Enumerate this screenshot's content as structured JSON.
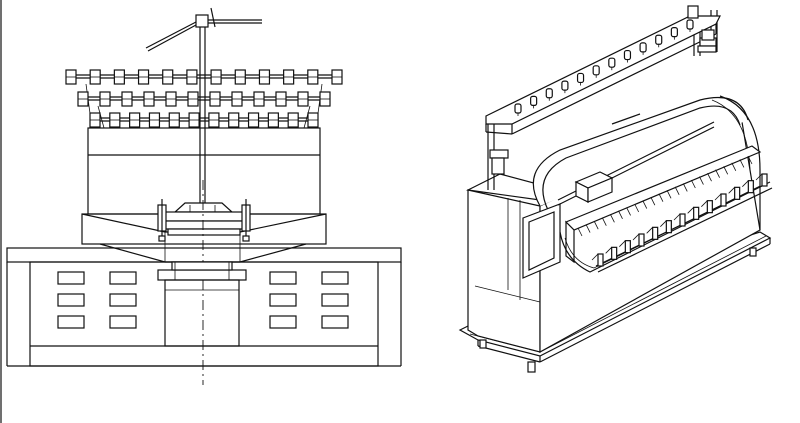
{
  "figure": {
    "left_view": "front-elevation-drawing",
    "right_view": "isometric-view-drawing",
    "line_color": "#111111",
    "background": "#ffffff"
  },
  "left_machine": {
    "creel_rows": 3,
    "bobbins_per_row": 12,
    "panel_windows_per_side": 6
  },
  "right_machine": {
    "top_rail_pegs": 12,
    "lower_rail_clips": 13,
    "bed_bars": 22
  }
}
